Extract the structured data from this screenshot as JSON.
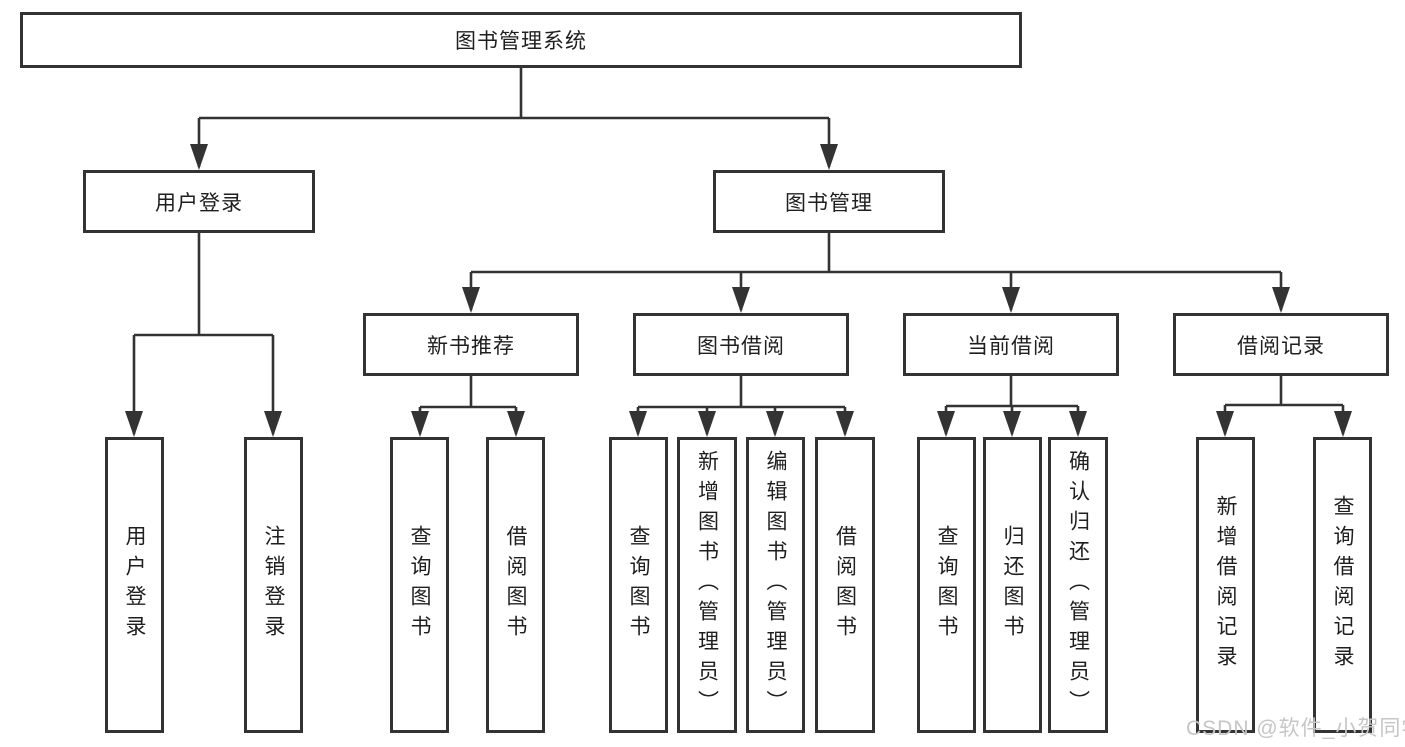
{
  "diagram": {
    "root": {
      "label": "图书管理系统"
    },
    "login_branch": {
      "label": "用户登录",
      "leaves": [
        "用户登录",
        "注销登录"
      ]
    },
    "management_branch": {
      "label": "图书管理",
      "sections": [
        {
          "label": "新书推荐",
          "leaves": [
            "查询图书",
            "借阅图书"
          ]
        },
        {
          "label": "图书借阅",
          "leaves": [
            "查询图书",
            "新增图书（管理员）",
            "编辑图书（管理员）",
            "借阅图书"
          ]
        },
        {
          "label": "当前借阅",
          "leaves": [
            "查询图书",
            "归还图书",
            "确认归还（管理员）"
          ]
        },
        {
          "label": "借阅记录",
          "leaves": [
            "新增借阅记录",
            "查询借阅记录"
          ]
        }
      ]
    }
  },
  "watermark": {
    "text": "CSDN @软件_小贺同学"
  },
  "colors": {
    "line": "#333333",
    "box_border": "#333333",
    "text": "#1f1f1f",
    "watermark": "#c6c6c6",
    "background": "#ffffff"
  }
}
